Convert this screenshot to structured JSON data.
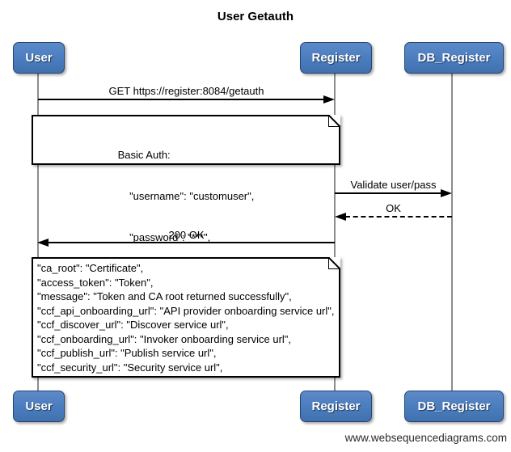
{
  "title": "User Getauth",
  "watermark": "www.websequencediagrams.com",
  "colors": {
    "actor_fill": "#4a7cbe",
    "actor_border": "#24466f",
    "lifeline": "#8c8c8c",
    "message_line": "#000000",
    "note_background": "#ffffff"
  },
  "actors": [
    {
      "name": "User"
    },
    {
      "name": "Register"
    },
    {
      "name": "DB_Register"
    }
  ],
  "messages": [
    {
      "label": "GET https://register:8084/getauth",
      "from": "User",
      "to": "Register",
      "line": "solid"
    },
    {
      "label": "Validate user/pass",
      "from": "Register",
      "to": "DB_Register",
      "line": "solid"
    },
    {
      "label": "OK",
      "from": "DB_Register",
      "to": "Register",
      "line": "dashed"
    },
    {
      "label": "200 OK",
      "from": "Register",
      "to": "User",
      "line": "solid"
    }
  ],
  "notes": [
    {
      "over": [
        "User",
        "Register"
      ],
      "lines": [
        "Basic Auth:",
        "    \"username\": \"customuser\",",
        "    \"password\": \"***\","
      ]
    },
    {
      "over": [
        "User",
        "Register"
      ],
      "lines": [
        "\"ca_root\": \"Certificate\",",
        "\"access_token\": \"Token\",",
        "\"message\": \"Token and CA root returned successfully\",",
        "\"ccf_api_onboarding_url\": \"API provider onboarding service url\",",
        "\"ccf_discover_url\": \"Discover service url\",",
        "\"ccf_onboarding_url\": \"Invoker onboarding service url\",",
        "\"ccf_publish_url\": \"Publish service url\",",
        "\"ccf_security_url\": \"Security service url\","
      ]
    }
  ]
}
